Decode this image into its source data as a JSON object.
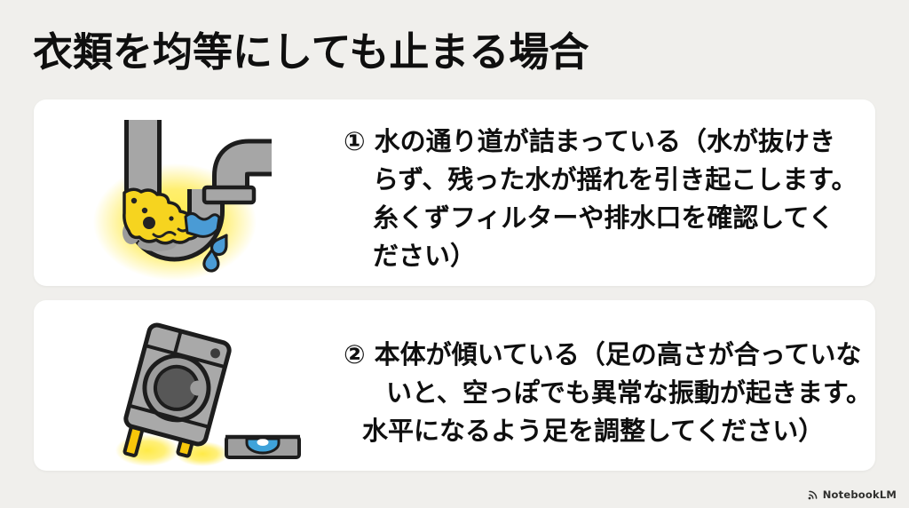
{
  "page": {
    "title": "衣類を均等にしても止まる場合"
  },
  "cards": [
    {
      "illustration": "clogged-drain-pipe",
      "lines": [
        "① 水の通り道が詰まっている（水が抜けき",
        "らず、残った水が揺れを引き起こします。",
        "糸くずフィルターや排水口を確認してく",
        "ださい）"
      ]
    },
    {
      "illustration": "tilted-washing-machine-with-level",
      "lines": [
        "② 本体が傾いている（足の高さが合っていな",
        "いと、空っぽでも異常な振動が起きます。",
        "水平になるよう足を調整してください）"
      ]
    }
  ],
  "footer": {
    "brand": "NotebookLM"
  },
  "colors": {
    "page_bg": "#f0efec",
    "card_bg": "#ffffff",
    "ink": "#0f0f0f",
    "outline": "#1d1d1d",
    "pipe_gray": "#a6a6a6",
    "clog_yellow": "#f6d41f",
    "water_blue": "#4a9bd5",
    "glow_yellow": "#ffe93e",
    "machine_gray": "#a9a9a9",
    "door_gray": "#9c9c9c",
    "drum_gray": "#575757",
    "leg_yellow": "#f7c60a",
    "level_gray": "#9f9f9f",
    "level_blue": "#3fa3da",
    "brand_text": "#2f2f2d"
  }
}
